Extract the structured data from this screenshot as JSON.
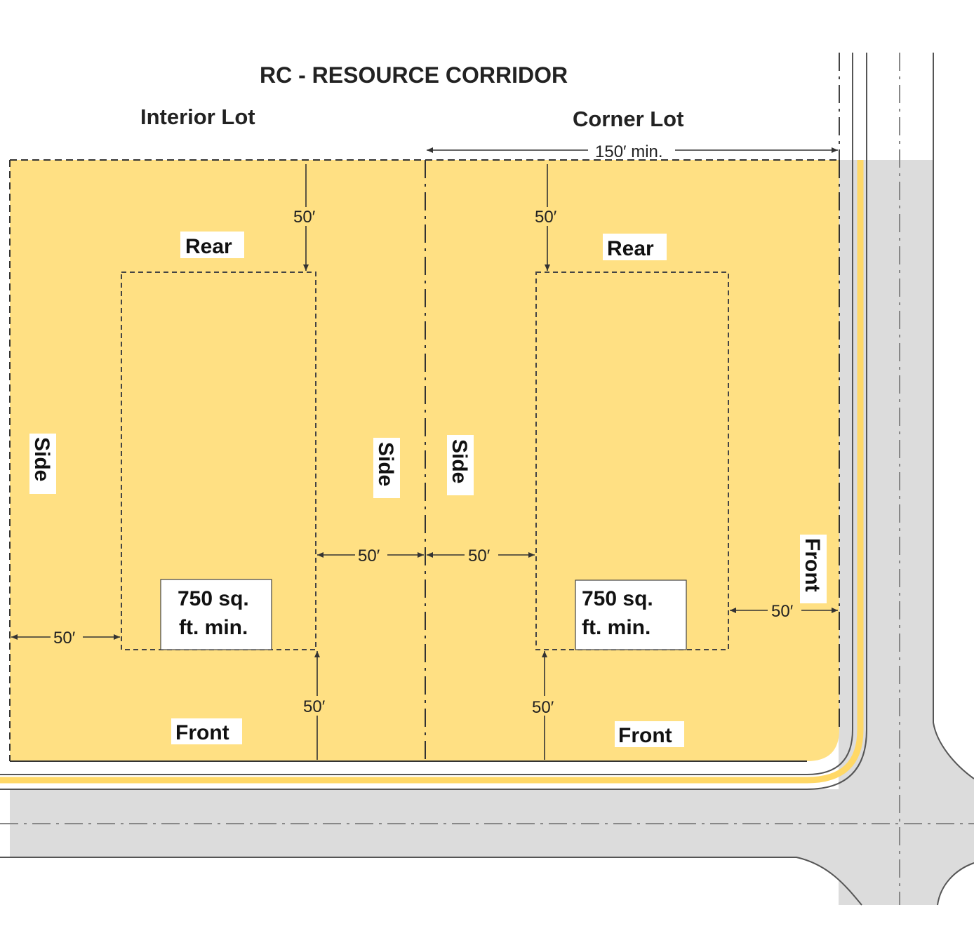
{
  "title": "RC - RESOURCE CORRIDOR",
  "lots": {
    "interior": {
      "heading": "Interior Lot",
      "rear": "Rear",
      "front": "Front",
      "side_left": "Side",
      "side_right": "Side",
      "area_line1": "750 sq.",
      "area_line2": "ft. min.",
      "rear_setback": "50′",
      "front_setback": "50′",
      "side_setback_left": "50′",
      "side_setback_right": "50′"
    },
    "corner": {
      "heading": "Corner Lot",
      "width_min": "150′ min.",
      "rear": "Rear",
      "front_bottom": "Front",
      "front_right": "Front",
      "side": "Side",
      "area_line1": "750 sq.",
      "area_line2": "ft. min.",
      "rear_setback": "50′",
      "front_setback": "50′",
      "side_setback": "50′",
      "street_setback": "50′"
    }
  },
  "colors": {
    "lot_fill": "#FFE083",
    "road": "#DCDCDC",
    "line": "#333333",
    "curb_stripe": "#FFD866",
    "label_bg": "#FFFFFF"
  }
}
